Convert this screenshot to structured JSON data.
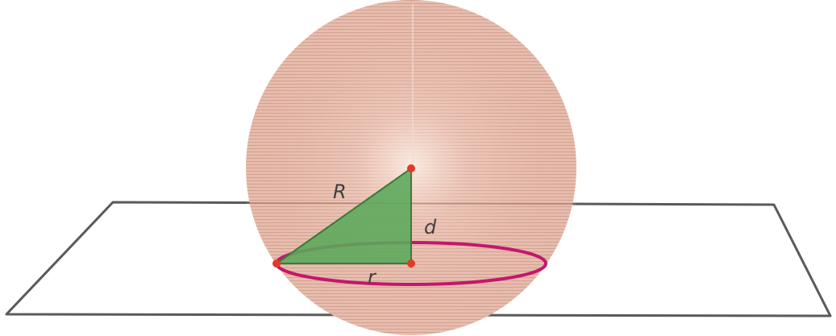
{
  "labels": {
    "sphere_radius": "R",
    "distance": "d",
    "circle_radius": "r"
  },
  "colors": {
    "sphere_fill": "#e3b2a2",
    "sphere_hatch": "#b88a7a",
    "plane_edge": "#5a5a5a",
    "triangle_fill": "#5aa85a",
    "triangle_edge": "#3d7a3d",
    "circle": "#c2186b",
    "points": "#e03a2a",
    "label_text": "#404040"
  }
}
